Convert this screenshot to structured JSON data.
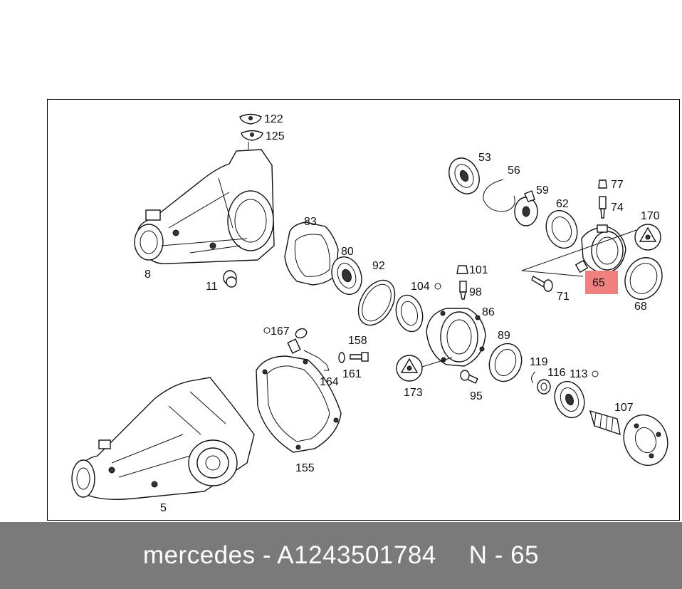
{
  "diagram": {
    "highlight_color": "#f08080",
    "highlighted_part": "65",
    "part_labels": {
      "p122": "122",
      "p125": "125",
      "p8": "8",
      "p11": "11",
      "p83": "83",
      "p80": "80",
      "p92": "92",
      "p104": "104",
      "p101": "101",
      "p98": "98",
      "p86": "86",
      "p53": "53",
      "p56": "56",
      "p59": "59",
      "p62": "62",
      "p77": "77",
      "p74": "74",
      "p170": "170",
      "p65": "65",
      "p71": "71",
      "p68": "68",
      "p167": "167",
      "p158": "158",
      "p161": "161",
      "p164": "164",
      "p89": "89",
      "p119": "119",
      "p116": "116",
      "p113": "113",
      "p173": "173",
      "p95": "95",
      "p107": "107",
      "p155": "155",
      "p5": "5"
    }
  },
  "caption": {
    "brand_part": "mercedes - A1243501784",
    "position": "N - 65",
    "background": "#7a7a7a"
  }
}
